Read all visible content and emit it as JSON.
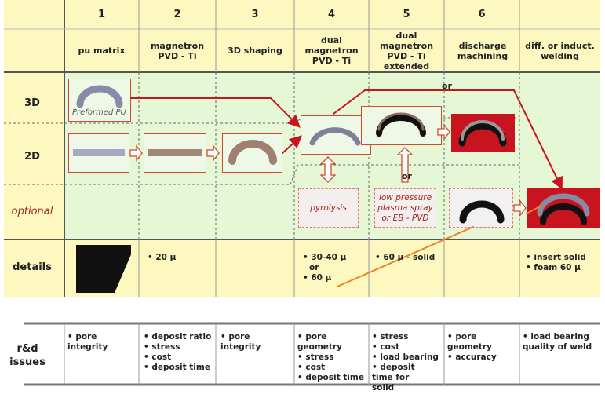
{
  "columns": [
    {
      "num": "1",
      "title": "pu matrix"
    },
    {
      "num": "2",
      "title": "magnetron PVD - Ti"
    },
    {
      "num": "3",
      "title": "3D shaping"
    },
    {
      "num": "4",
      "title": "dual magnetron PVD - Ti"
    },
    {
      "num": "5",
      "title": "dual magnetron PVD - Ti extended"
    },
    {
      "num": "6",
      "title": "discharge machining"
    },
    {
      "num": "",
      "title": "diff. or induct. welding"
    }
  ],
  "rows": {
    "r3d": "3D",
    "r2d": "2D",
    "optional": "optional",
    "details": "details",
    "rd": "r&d issues"
  },
  "labels": {
    "preformed": "Preformed PU",
    "or_top": "or",
    "or_mid": "or",
    "pyrolysis": "pyrolysis",
    "lowpressure": "low pressure plasma spray or EB - PVD"
  },
  "details": {
    "c2": [
      "20 µ"
    ],
    "c4": [
      "30-40 µ",
      "or",
      "60 µ"
    ],
    "c5": [
      "60 µ - solid"
    ],
    "c7": [
      "insert solid",
      "foam 60 µ"
    ]
  },
  "rd_issues": [
    [
      "pore integrity"
    ],
    [
      "deposit ratio",
      "stress",
      "cost",
      "deposit time"
    ],
    [
      "pore integrity"
    ],
    [
      "pore geometry",
      "stress",
      "cost",
      "deposit time"
    ],
    [
      "stress",
      "cost",
      "load bearing",
      "deposit time for solid"
    ],
    [
      "pore geometry",
      "accuracy"
    ],
    [
      "load bearing quality of weld"
    ]
  ],
  "colors": {
    "arrow": "#c8141e",
    "orange": "#f08020",
    "yellow": "#fdf8c0",
    "green": "#e6f7d6"
  }
}
